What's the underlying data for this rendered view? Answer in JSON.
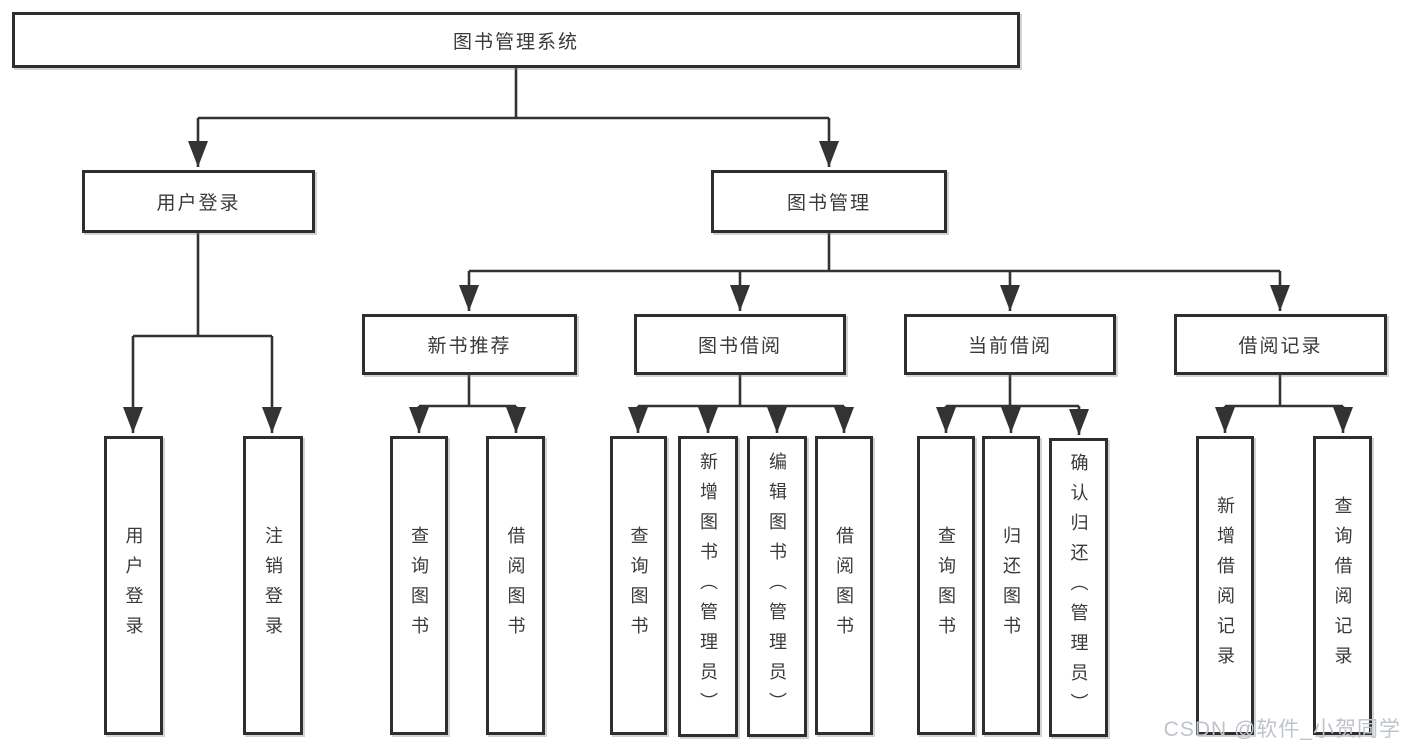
{
  "diagram": {
    "root": {
      "label": "图书管理系统"
    },
    "branches": [
      {
        "label": "用户登录",
        "children": [
          {
            "label": "用户登录"
          },
          {
            "label": "注销登录"
          }
        ]
      },
      {
        "label": "图书管理",
        "children": [
          {
            "label": "新书推荐",
            "children": [
              {
                "label": "查询图书"
              },
              {
                "label": "借阅图书"
              }
            ]
          },
          {
            "label": "图书借阅",
            "children": [
              {
                "label": "查询图书"
              },
              {
                "label": "新增图书（管理员）"
              },
              {
                "label": "编辑图书（管理员）"
              },
              {
                "label": "借阅图书"
              }
            ]
          },
          {
            "label": "当前借阅",
            "children": [
              {
                "label": "查询图书"
              },
              {
                "label": "归还图书"
              },
              {
                "label": "确认归还（管理员）"
              }
            ]
          },
          {
            "label": "借阅记录",
            "children": [
              {
                "label": "新增借阅记录"
              },
              {
                "label": "查询借阅记录"
              }
            ]
          }
        ]
      }
    ]
  },
  "watermark": {
    "text": "CSDN @软件_小贺同学"
  },
  "colors": {
    "line": "#333333",
    "text": "#3a3a3a",
    "background": "#ffffff",
    "watermark": "#bfc3ca"
  }
}
